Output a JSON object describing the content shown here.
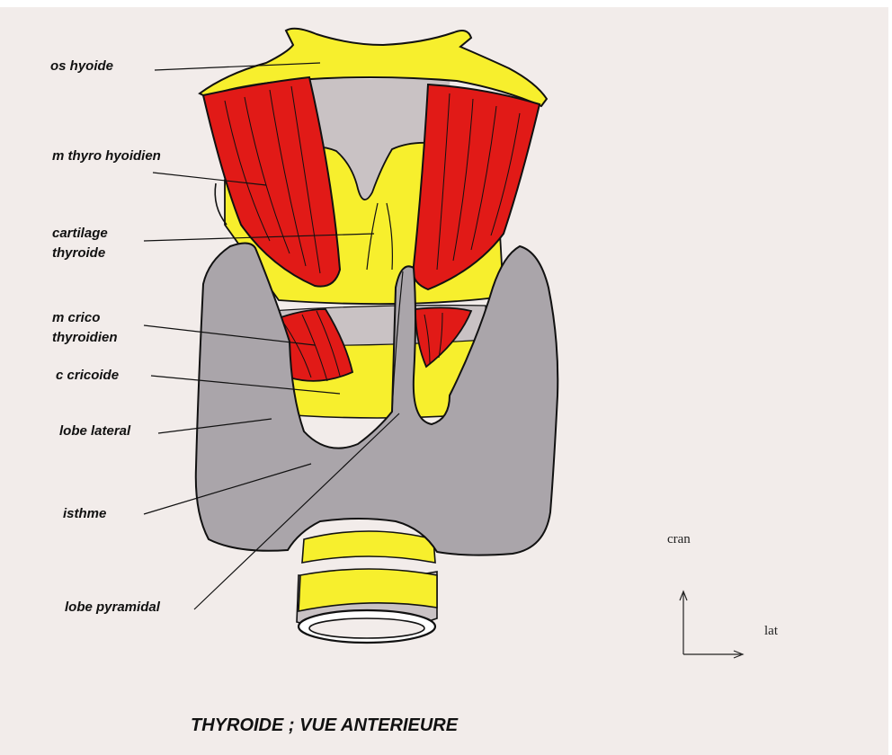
{
  "colors": {
    "background": "#f2ecea",
    "cartilage": "#f7ef2d",
    "muscle": "#e11a17",
    "gland": "#aaa5aa",
    "membrane": "#c9c2c4",
    "outline": "#111111"
  },
  "labels": {
    "os_hyoide": "os hyoide",
    "m_thyro_hyoidien": "m thyro hyoidien",
    "cartilage_thyroide_1": "cartilage",
    "cartilage_thyroide_2": "thyroide",
    "m_crico_thyroidien_1": "m crico",
    "m_crico_thyroidien_2": "thyroidien",
    "c_cricoide": "c cricoide",
    "lobe_lateral": "lobe lateral",
    "isthme": "isthme",
    "lobe_pyramidal": "lobe pyramidal"
  },
  "orientation": {
    "cranial": "cran",
    "lateral": "lat"
  },
  "title": "THYROIDE ; VUE ANTERIEURE"
}
